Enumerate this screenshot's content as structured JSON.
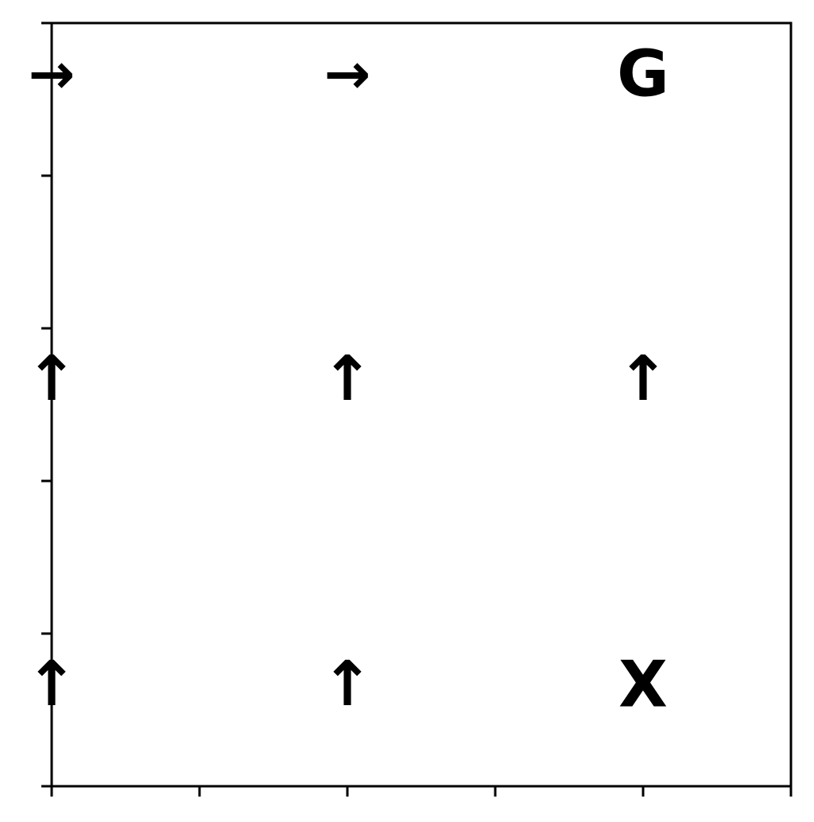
{
  "grid": {
    "rows": 3,
    "cols": 3,
    "cells": [
      [
        {
          "row": 0,
          "col": 0,
          "kind": "arrow",
          "direction": "right",
          "glyph": "→"
        },
        {
          "row": 0,
          "col": 1,
          "kind": "arrow",
          "direction": "right",
          "glyph": "→"
        },
        {
          "row": 0,
          "col": 2,
          "kind": "letter",
          "glyph": "G"
        }
      ],
      [
        {
          "row": 1,
          "col": 0,
          "kind": "arrow",
          "direction": "up",
          "glyph": "↑"
        },
        {
          "row": 1,
          "col": 1,
          "kind": "arrow",
          "direction": "up",
          "glyph": "↑"
        },
        {
          "row": 1,
          "col": 2,
          "kind": "arrow",
          "direction": "up",
          "glyph": "↑"
        }
      ],
      [
        {
          "row": 2,
          "col": 0,
          "kind": "arrow",
          "direction": "up",
          "glyph": "↑"
        },
        {
          "row": 2,
          "col": 1,
          "kind": "arrow",
          "direction": "up",
          "glyph": "↑"
        },
        {
          "row": 2,
          "col": 2,
          "kind": "letter",
          "glyph": "X"
        }
      ]
    ]
  },
  "axes": {
    "x_tick_count": 6,
    "y_tick_count": 6,
    "show_tick_labels": false
  },
  "colors": {
    "background": "#ffffff",
    "ink": "#000000"
  }
}
